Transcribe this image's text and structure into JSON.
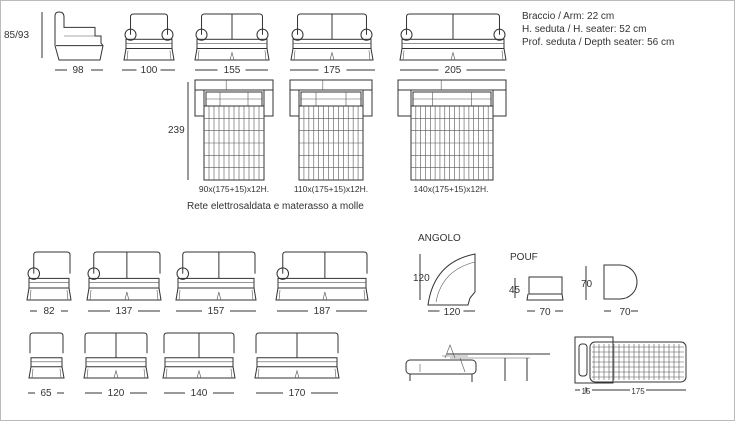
{
  "specs": [
    "Braccio / Arm: 22 cm",
    "H. seduta / H. seater: 52 cm",
    "Prof. seduta / Depth seater: 56 cm"
  ],
  "row1": {
    "height_label": "85/93",
    "widths": [
      "98",
      "100",
      "155",
      "175",
      "205"
    ]
  },
  "beds": {
    "length_label": "239",
    "captions": [
      "90x(175+15)x12H.",
      "110x(175+15)x12H.",
      "140x(175+15)x12H."
    ],
    "note": "Rete elettrosaldata e materasso a molle"
  },
  "row2": {
    "widths": [
      "82",
      "137",
      "157",
      "187"
    ]
  },
  "row3": {
    "widths": [
      "65",
      "120",
      "140",
      "170"
    ]
  },
  "angolo": {
    "title": "ANGOLO",
    "height": "120",
    "width": "120"
  },
  "pouf": {
    "title": "POUF",
    "rect_height": "45",
    "rect_width": "70",
    "round_height": "70",
    "round_width": "70"
  },
  "mechanism": {
    "offset": "15",
    "length": "175"
  }
}
